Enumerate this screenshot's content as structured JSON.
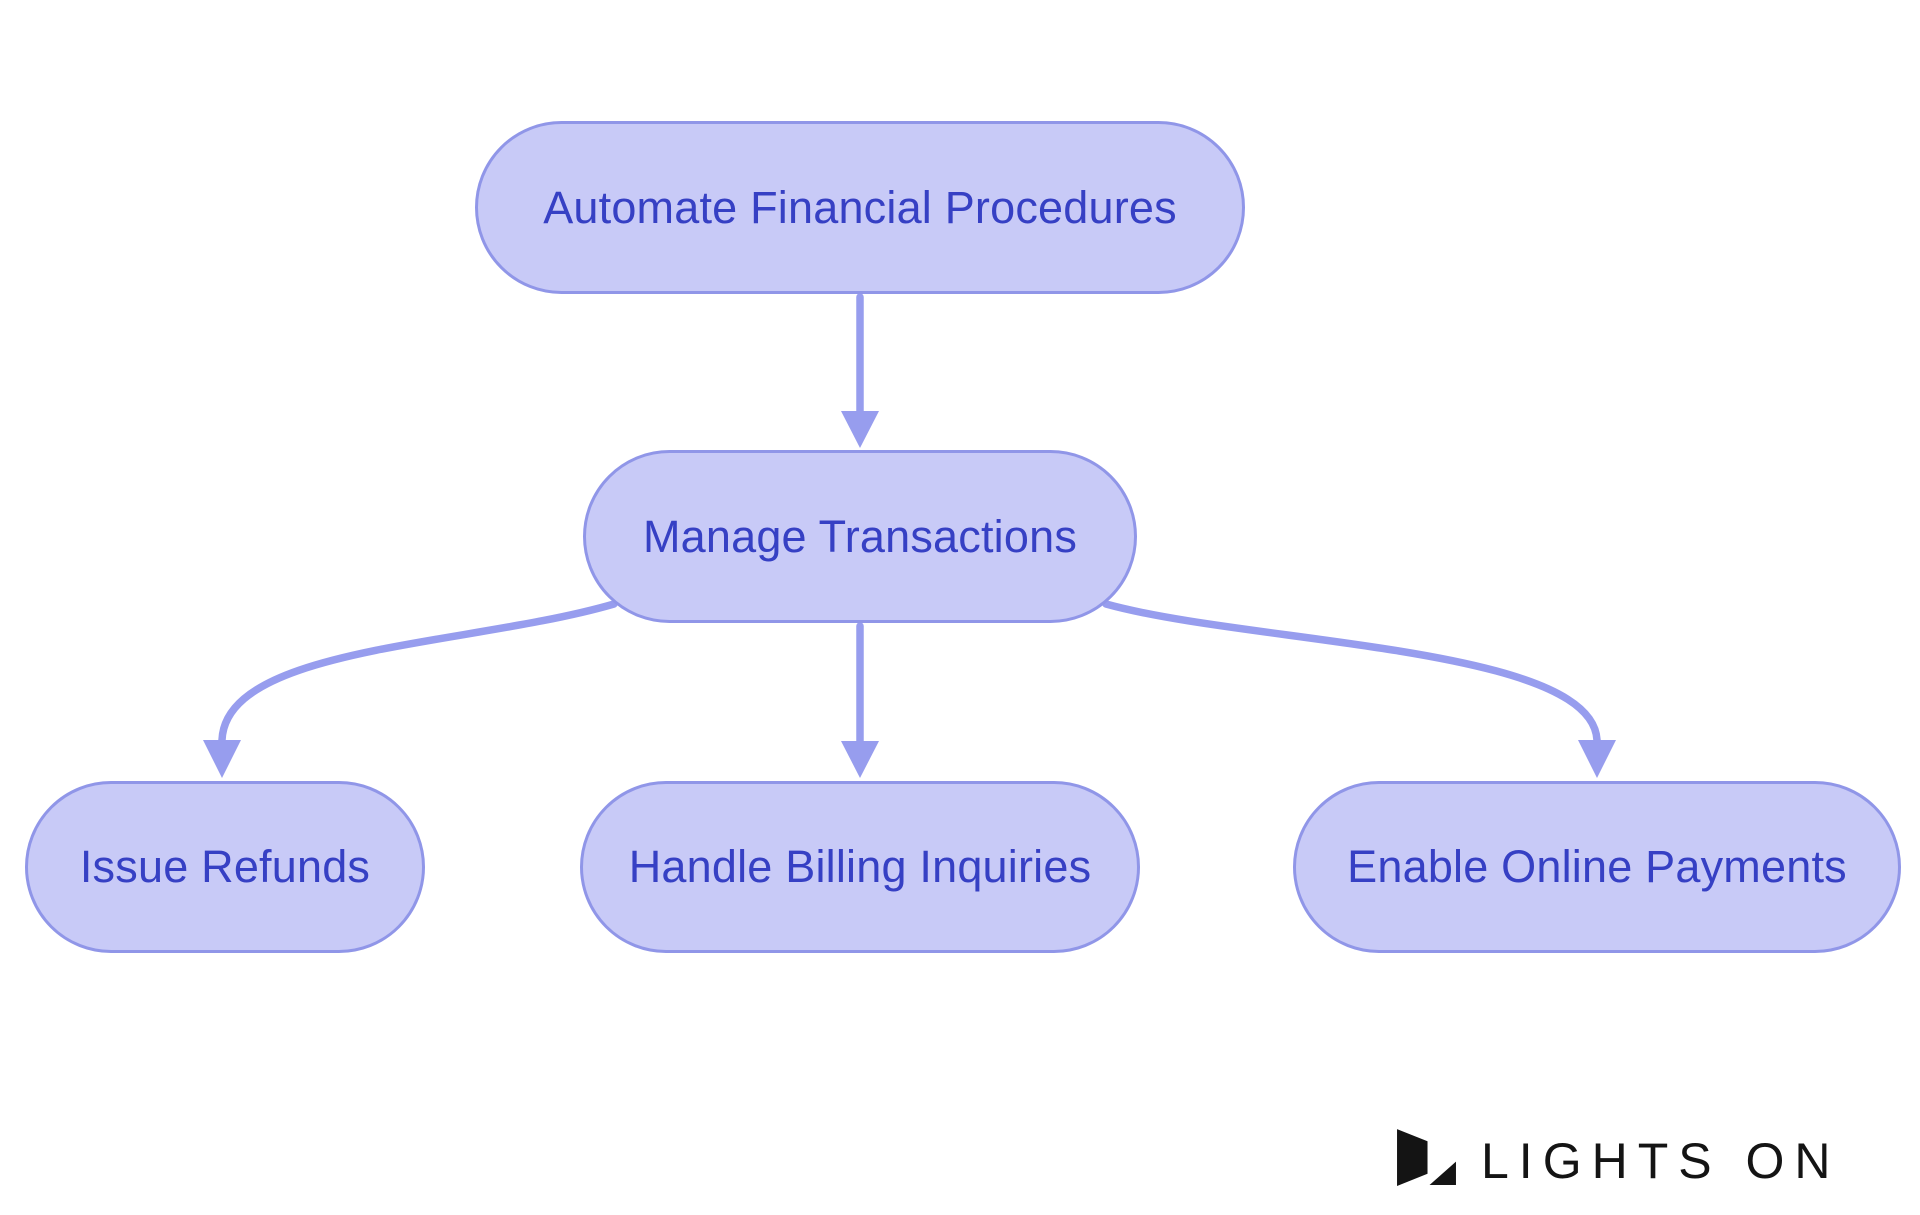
{
  "diagram": {
    "type": "flowchart",
    "nodes": [
      {
        "id": "automate",
        "label": "Automate Financial Procedures"
      },
      {
        "id": "manage",
        "label": "Manage Transactions"
      },
      {
        "id": "refunds",
        "label": "Issue Refunds"
      },
      {
        "id": "billing",
        "label": "Handle Billing Inquiries"
      },
      {
        "id": "payments",
        "label": "Enable Online Payments"
      }
    ],
    "edges": [
      {
        "from": "automate",
        "to": "manage"
      },
      {
        "from": "manage",
        "to": "refunds"
      },
      {
        "from": "manage",
        "to": "billing"
      },
      {
        "from": "manage",
        "to": "payments"
      }
    ],
    "colors": {
      "node_fill": "#c8caf7",
      "node_border": "#9096e8",
      "edge": "#979dee",
      "node_text": "#3640c4",
      "logo_color": "#141414",
      "background": "#ffffff"
    }
  },
  "branding": {
    "logo_text": "LIGHTS ON"
  }
}
